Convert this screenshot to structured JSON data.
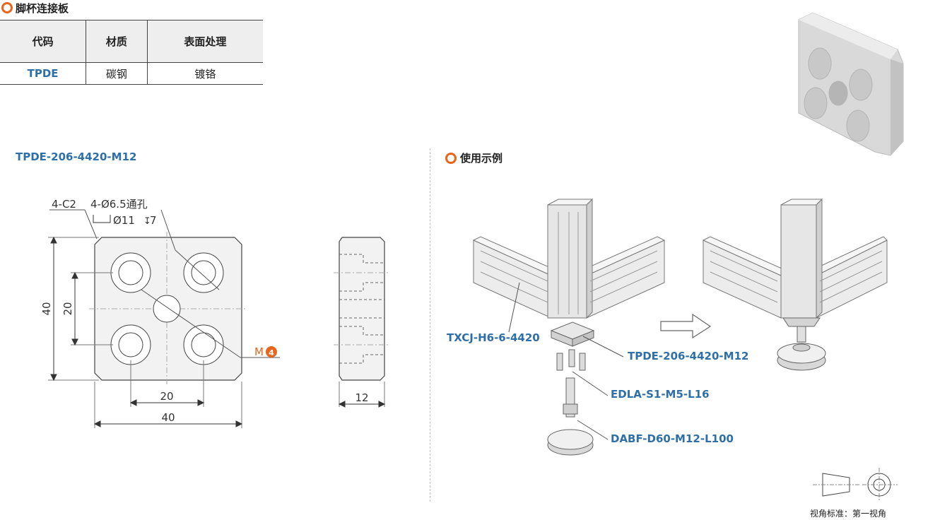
{
  "product": {
    "title": "脚杯连接板",
    "table": {
      "headers": [
        "代码",
        "材质",
        "表面处理"
      ],
      "row": [
        "TPDE",
        "碳钢",
        "镀铬"
      ]
    },
    "model_code": "TPDE-206-4420-M12"
  },
  "drawing": {
    "chamfer_label": "4-C2",
    "hole_label": "4-Ø6.5通孔",
    "counterbore_label": "Ø11",
    "counterbore_depth": "7",
    "height_dim": "40",
    "inner_height_dim": "20",
    "inner_width_dim": "20",
    "width_dim": "40",
    "thickness_dim": "12",
    "thread_prefix": "M",
    "thread_ref": "4"
  },
  "usage": {
    "title": "使用示例",
    "callouts": [
      "TXCJ-H6-6-4420",
      "TPDE-206-4420-M12",
      "EDLA-S1-M5-L16",
      "DABF-D60-M12-L100"
    ]
  },
  "footer": {
    "projection_label": "视角标准：第一视角"
  },
  "colors": {
    "accent": "#e8651a",
    "link_blue": "#2e6fa8"
  }
}
